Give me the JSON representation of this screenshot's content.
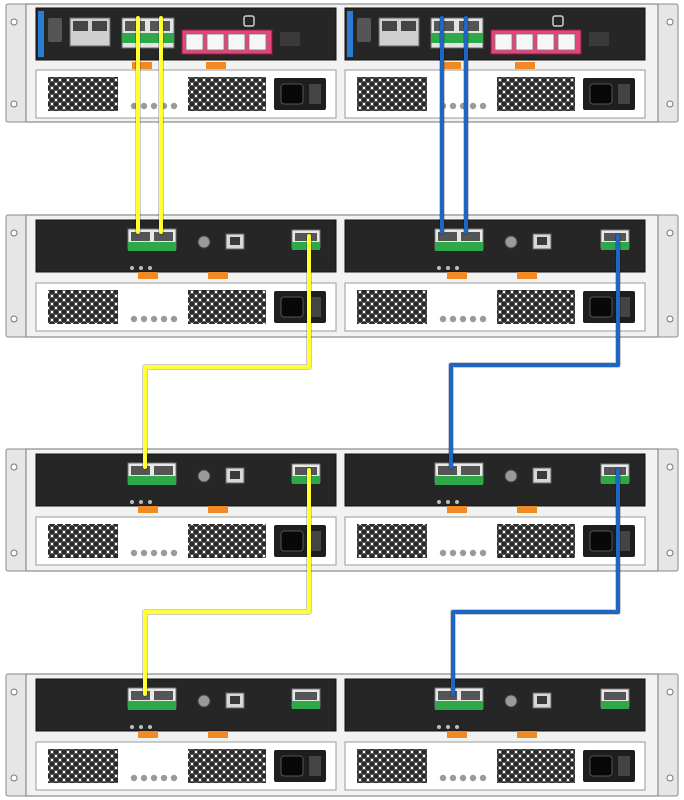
{
  "colors": {
    "cable_a": "#ffff33",
    "cable_b": "#1f66c4",
    "chassis": "#f2f2f2",
    "chassis_border": "#8a8a8a",
    "module": "#262626",
    "sas_port": "#2fa84a",
    "orange_latch": "#f08a24",
    "pink_ports": "#e4457a"
  },
  "layout": {
    "rows": [
      "controller",
      "shelf",
      "shelf",
      "shelf"
    ]
  },
  "cables": {
    "a_name": "cable-yellow",
    "b_name": "cable-blue"
  },
  "icons": {
    "power_inlet": "power-inlet-icon",
    "ethernet": "ethernet-port-icon",
    "sas": "sas-port-icon"
  }
}
